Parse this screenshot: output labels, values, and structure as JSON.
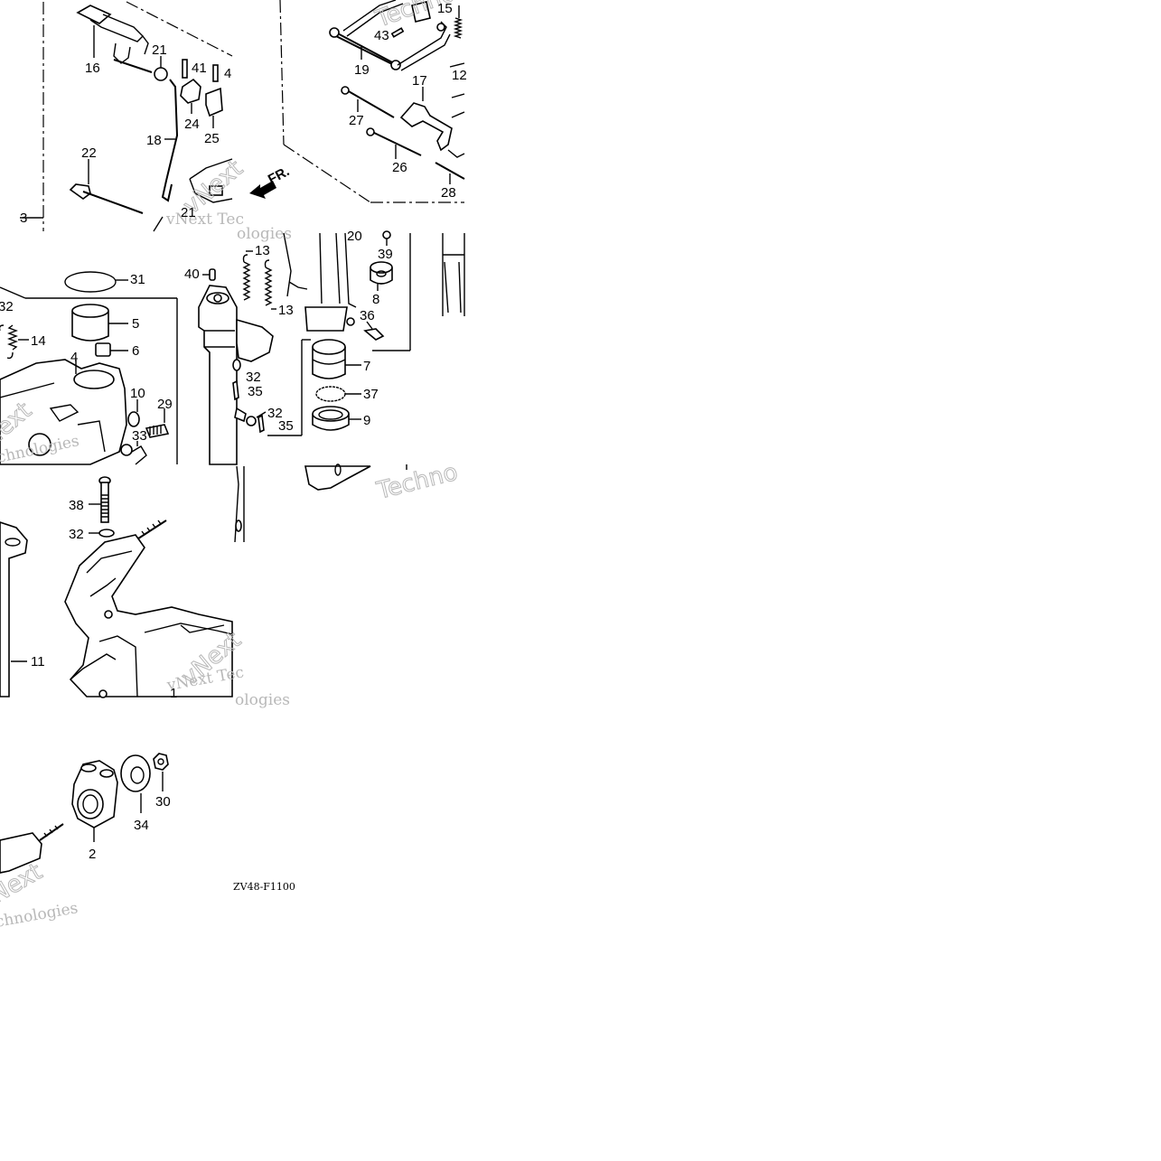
{
  "diagram": {
    "part_code": "ZV48-F1100",
    "front_marker": "FR.",
    "watermark": {
      "brand": "vNext",
      "brand_short": "Next",
      "line1": "vNext Tec",
      "line2": "Technologies",
      "line3": "Techno",
      "line4": "ologies",
      "line5": "chnologies",
      "line6": "Tec"
    },
    "callouts": {
      "c1": "1",
      "c2": "2",
      "c3": "3",
      "c4": "4",
      "c5": "5",
      "c6": "6",
      "c7": "7",
      "c8": "8",
      "c9": "9",
      "c10": "10",
      "c11": "11",
      "c12": "12",
      "c13a": "13",
      "c13b": "13",
      "c14": "14",
      "c15": "15",
      "c16": "16",
      "c17": "17",
      "c18": "18",
      "c19": "19",
      "c20": "20",
      "c21a": "21",
      "c21b": "21",
      "c22": "22",
      "c24": "24",
      "c25": "25",
      "c26": "26",
      "c27": "27",
      "c28": "28",
      "c29": "29",
      "c30": "30",
      "c31": "31",
      "c32a": "32",
      "c32b": "32",
      "c32c": "32",
      "c32d": "32",
      "c33": "33",
      "c34": "34",
      "c35a": "35",
      "c35b": "35",
      "c36": "36",
      "c37": "37",
      "c38": "38",
      "c39": "39",
      "c40": "40",
      "c41": "41",
      "c43": "43",
      "c4b": "4"
    }
  }
}
